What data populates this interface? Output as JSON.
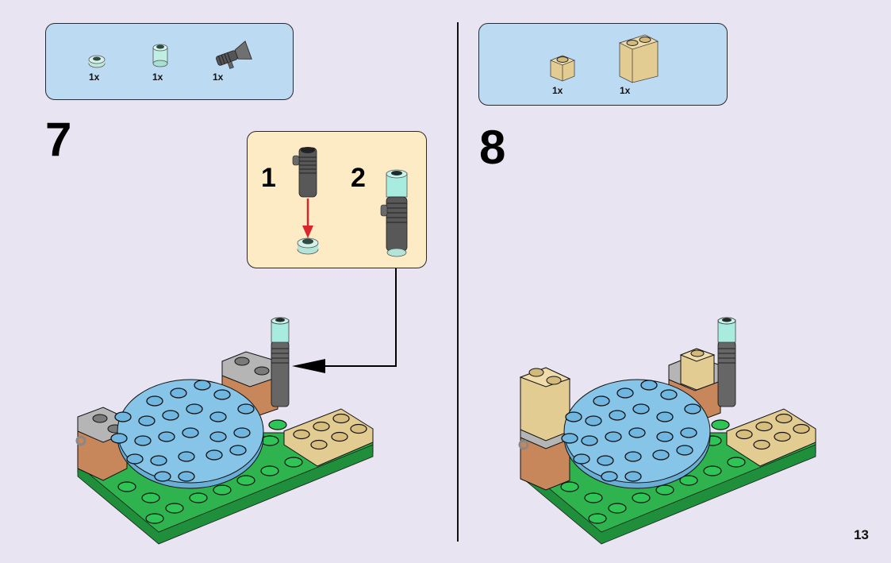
{
  "page": {
    "page_number": "13",
    "background_color": "#e8e4f1"
  },
  "steps": [
    {
      "number": "7",
      "parts": [
        {
          "name": "trans-light-blue round plate 1x1",
          "icon": "round-plate-icon",
          "qty": "1x"
        },
        {
          "name": "trans-light-blue round brick 1x1",
          "icon": "round-brick-icon",
          "qty": "1x"
        },
        {
          "name": "dark grey lightsaber hilt",
          "icon": "lightsaber-hilt-icon",
          "qty": "1x"
        }
      ],
      "substeps": [
        {
          "number": "1"
        },
        {
          "number": "2"
        }
      ]
    },
    {
      "number": "8",
      "parts": [
        {
          "name": "tan brick 1x1",
          "icon": "tan-brick-1x1-icon",
          "qty": "1x"
        },
        {
          "name": "tan brick 1x2x2",
          "icon": "tan-brick-1x2x2-icon",
          "qty": "1x"
        }
      ]
    }
  ],
  "colors": {
    "parts_box": "#bcdaf2",
    "subassembly_box": "#fdebc5",
    "baseplate_green": "#2eb34e",
    "turntable_blue": "#7fbfe3",
    "tan": "#e3cc92",
    "arrow_red": "#d9262b"
  }
}
